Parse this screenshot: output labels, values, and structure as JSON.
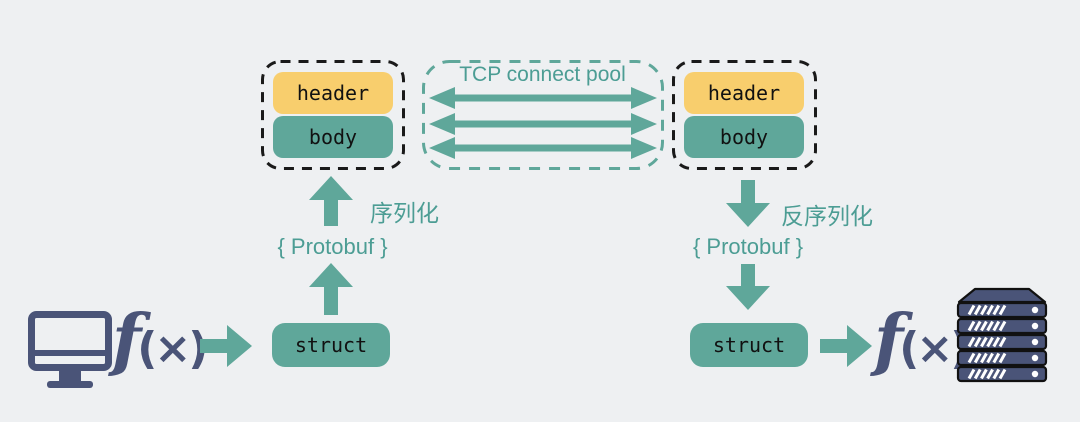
{
  "colors": {
    "background": "#EEF0F2",
    "teal_fill": "#5FA79A",
    "teal_text": "#4C9D94",
    "yellow": "#F8CE6D",
    "navy": "#4A5478",
    "black": "#1A1A1A"
  },
  "pool": {
    "title": "TCP connect pool"
  },
  "packet_left": {
    "header": "header",
    "body": "body"
  },
  "packet_right": {
    "header": "header",
    "body": "body"
  },
  "client_flow": {
    "fx_f": "f",
    "fx_args": "(×)",
    "struct": "struct",
    "protobuf": "{ Protobuf }",
    "serialize": "序列化"
  },
  "server_flow": {
    "deserialize": "反序列化",
    "protobuf": "{ Protobuf }",
    "struct": "struct",
    "fx_f": "f",
    "fx_args": "(×)"
  },
  "icons": {
    "client": "monitor-icon",
    "server": "server-rack-icon"
  }
}
